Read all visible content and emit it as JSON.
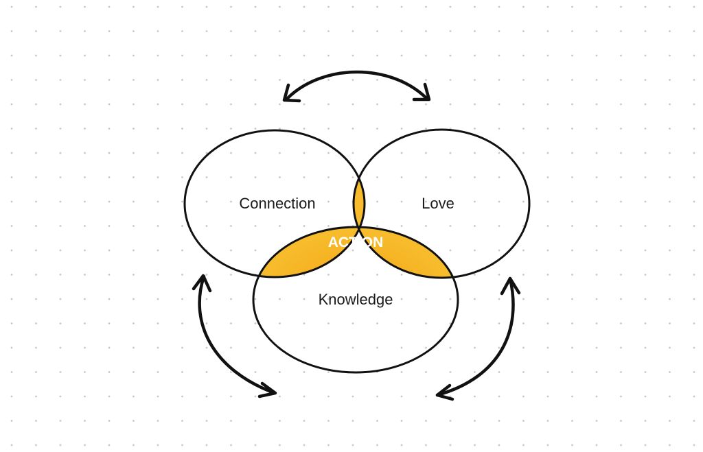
{
  "diagram": {
    "type": "venn",
    "sets": [
      {
        "id": "connection",
        "label": "Connection"
      },
      {
        "id": "love",
        "label": "Love"
      },
      {
        "id": "knowledge",
        "label": "Knowledge"
      }
    ],
    "intersection_label": "ACTION",
    "colors": {
      "background": "#ffffff",
      "grid_dot": "#c8c8c8",
      "outline": "#111111",
      "highlight": "#f5b623",
      "highlight_dark": "#e79a12",
      "intersection_text": "#ffffff"
    },
    "arrows": [
      {
        "from": "connection",
        "to": "love",
        "style": "double-headed-curve"
      },
      {
        "from": "connection",
        "to": "knowledge",
        "style": "double-headed-curve"
      },
      {
        "from": "love",
        "to": "knowledge",
        "style": "double-headed-curve"
      }
    ]
  }
}
